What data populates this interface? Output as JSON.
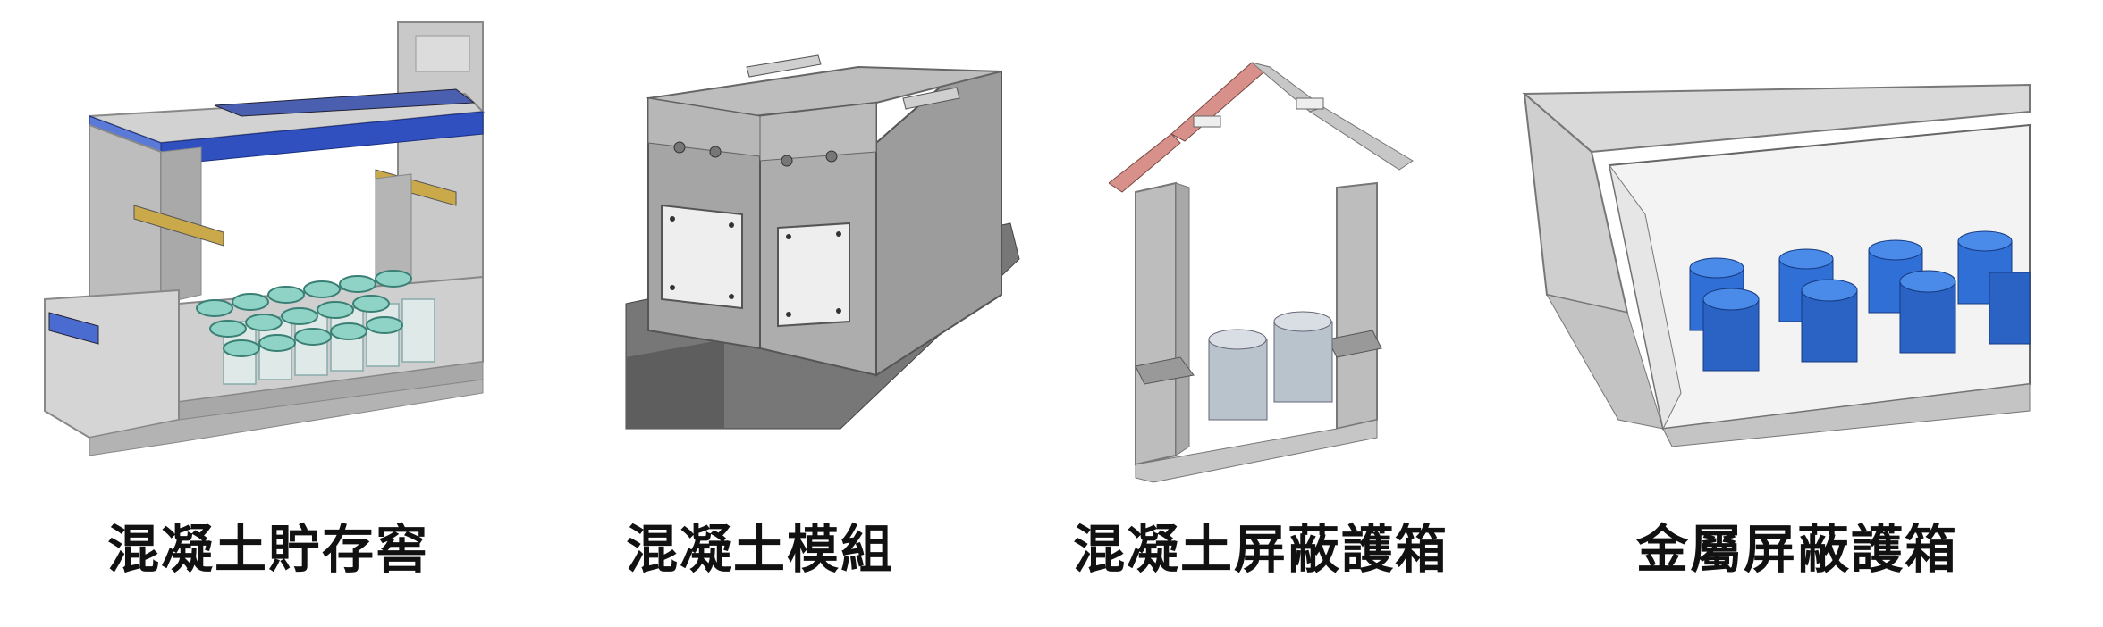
{
  "panels": [
    {
      "caption": "混凝土貯存窖"
    },
    {
      "caption": "混凝土模組"
    },
    {
      "caption": "混凝土屏蔽護箱"
    },
    {
      "caption": "金屬屏蔽護箱"
    }
  ],
  "colors": {
    "concrete": "#c7c7c7",
    "concrete_dark": "#8f8f8f",
    "ground": "#6a6a6a",
    "rail_blue": "#2b4fb8",
    "canister_teal": "#8fd3c7",
    "roof_pink": "#d8908a",
    "canister_blue": "#2f6fd6",
    "steel": "#b8c3cc"
  }
}
